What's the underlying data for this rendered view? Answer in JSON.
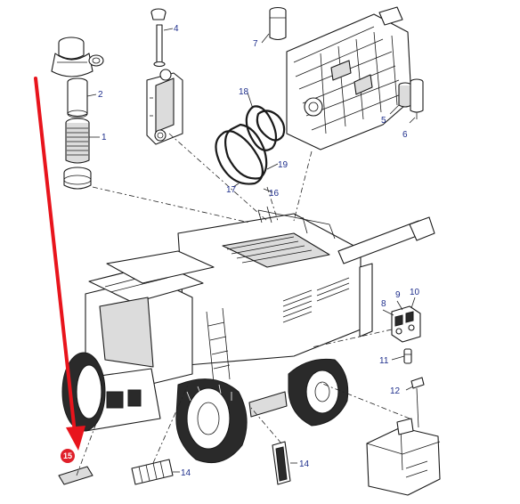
{
  "callouts": {
    "c1": "1",
    "c2": "2",
    "c4": "4",
    "c5": "5",
    "c6": "6",
    "c7": "7",
    "c8": "8",
    "c9": "9",
    "c10": "10",
    "c11": "11",
    "c12": "12",
    "c14a": "14",
    "c14b": "14",
    "c15": "15",
    "c16": "16",
    "c17": "17",
    "c18": "18",
    "c19": "19"
  },
  "colors": {
    "highlight_arrow": "#e8141c",
    "callout_text": "#1f2f8c",
    "badge_fill": "#e0202a"
  }
}
